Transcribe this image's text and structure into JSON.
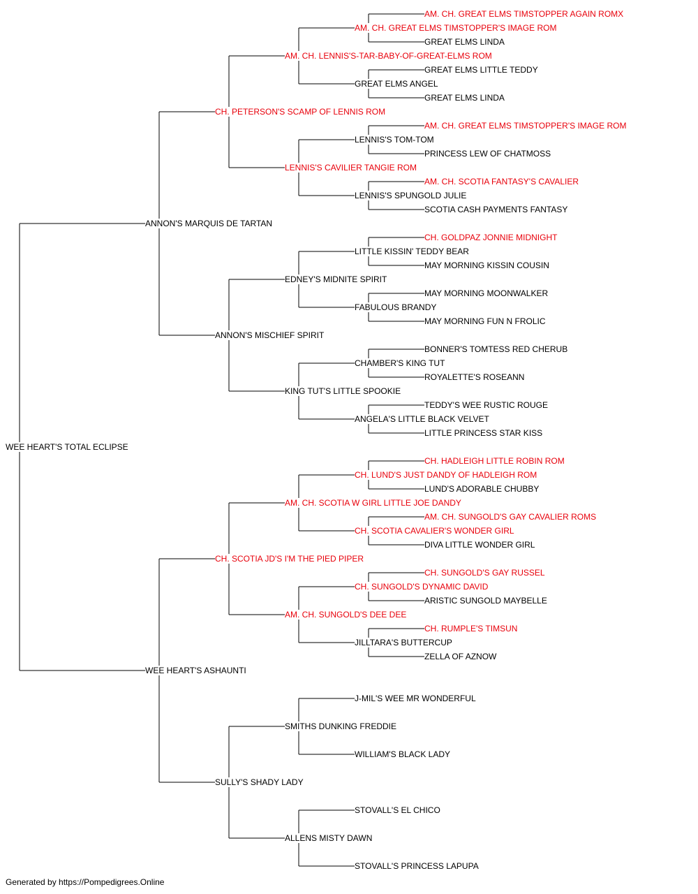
{
  "colors": {
    "champion": "#e8000b",
    "normal": "#000000",
    "line": "#000000"
  },
  "pedigree": {
    "name": "WEE HEART'S TOTAL ECLIPSE",
    "ch": false,
    "sire": {
      "name": "ANNON'S MARQUIS DE TARTAN",
      "ch": false,
      "sire": {
        "name": "CH. PETERSON'S SCAMP OF LENNIS ROM",
        "ch": true,
        "sire": {
          "name": "AM. CH. LENNIS'S-TAR-BABY-OF-GREAT-ELMS ROM",
          "ch": true,
          "sire": {
            "name": "AM. CH. GREAT ELMS TIMSTOPPER'S IMAGE ROM",
            "ch": true,
            "sire": {
              "name": "AM. CH. GREAT ELMS TIMSTOPPER AGAIN ROMX",
              "ch": true
            },
            "dam": {
              "name": "GREAT ELMS LINDA",
              "ch": false
            }
          },
          "dam": {
            "name": "GREAT ELMS ANGEL",
            "ch": false,
            "sire": {
              "name": "GREAT ELMS LITTLE TEDDY",
              "ch": false
            },
            "dam": {
              "name": "GREAT ELMS LINDA",
              "ch": false
            }
          }
        },
        "dam": {
          "name": "LENNIS'S CAVILIER TANGIE ROM",
          "ch": true,
          "sire": {
            "name": "LENNIS'S TOM-TOM",
            "ch": false,
            "sire": {
              "name": "AM. CH. GREAT ELMS TIMSTOPPER'S IMAGE ROM",
              "ch": true
            },
            "dam": {
              "name": "PRINCESS LEW OF CHATMOSS",
              "ch": false
            }
          },
          "dam": {
            "name": "LENNIS'S SPUNGOLD JULIE",
            "ch": false,
            "sire": {
              "name": "AM. CH. SCOTIA FANTASY'S CAVALIER",
              "ch": true
            },
            "dam": {
              "name": "SCOTIA CASH PAYMENTS FANTASY",
              "ch": false
            }
          }
        }
      },
      "dam": {
        "name": "ANNON'S MISCHIEF SPIRIT",
        "ch": false,
        "sire": {
          "name": "EDNEY'S MIDNITE SPIRIT",
          "ch": false,
          "sire": {
            "name": "LITTLE KISSIN' TEDDY BEAR",
            "ch": false,
            "sire": {
              "name": "CH. GOLDPAZ JONNIE MIDNIGHT",
              "ch": true
            },
            "dam": {
              "name": "MAY MORNING KISSIN COUSIN",
              "ch": false
            }
          },
          "dam": {
            "name": "FABULOUS BRANDY",
            "ch": false,
            "sire": {
              "name": "MAY MORNING MOONWALKER",
              "ch": false
            },
            "dam": {
              "name": "MAY MORNING FUN N FROLIC",
              "ch": false
            }
          }
        },
        "dam": {
          "name": "KING TUT'S LITTLE SPOOKIE",
          "ch": false,
          "sire": {
            "name": "CHAMBER'S KING TUT",
            "ch": false,
            "sire": {
              "name": "BONNER'S TOMTESS RED CHERUB",
              "ch": false
            },
            "dam": {
              "name": "ROYALETTE'S ROSEANN",
              "ch": false
            }
          },
          "dam": {
            "name": "ANGELA'S LITTLE BLACK VELVET",
            "ch": false,
            "sire": {
              "name": "TEDDY'S WEE RUSTIC ROUGE",
              "ch": false
            },
            "dam": {
              "name": "LITTLE PRINCESS STAR KISS",
              "ch": false
            }
          }
        }
      }
    },
    "dam": {
      "name": "WEE HEART'S ASHAUNTI",
      "ch": false,
      "sire": {
        "name": "CH. SCOTIA JD'S I'M THE PIED PIPER",
        "ch": true,
        "sire": {
          "name": "AM. CH. SCOTIA W GIRL LITTLE JOE DANDY",
          "ch": true,
          "sire": {
            "name": "CH. LUND'S JUST DANDY OF HADLEIGH ROM",
            "ch": true,
            "sire": {
              "name": "CH. HADLEIGH LITTLE ROBIN ROM",
              "ch": true
            },
            "dam": {
              "name": "LUND'S ADORABLE CHUBBY",
              "ch": false
            }
          },
          "dam": {
            "name": "CH. SCOTIA CAVALIER'S WONDER GIRL",
            "ch": true,
            "sire": {
              "name": "AM. CH. SUNGOLD'S GAY CAVALIER ROMS",
              "ch": true
            },
            "dam": {
              "name": "DIVA LITTLE WONDER GIRL",
              "ch": false
            }
          }
        },
        "dam": {
          "name": "AM. CH. SUNGOLD'S DEE DEE",
          "ch": true,
          "sire": {
            "name": "CH. SUNGOLD'S DYNAMIC DAVID",
            "ch": true,
            "sire": {
              "name": "CH. SUNGOLD'S GAY RUSSEL",
              "ch": true
            },
            "dam": {
              "name": "ARISTIC SUNGOLD MAYBELLE",
              "ch": false
            }
          },
          "dam": {
            "name": "JILLTARA'S BUTTERCUP",
            "ch": false,
            "sire": {
              "name": "CH. RUMPLE'S TIMSUN",
              "ch": true
            },
            "dam": {
              "name": "ZELLA OF AZNOW",
              "ch": false
            }
          }
        }
      },
      "dam": {
        "name": "SULLY'S SHADY LADY",
        "ch": false,
        "sire": {
          "name": "SMITHS DUNKING FREDDIE",
          "ch": false,
          "sire": {
            "name": "J-MIL'S WEE MR WONDERFUL",
            "ch": false
          },
          "dam": {
            "name": "WILLIAM'S BLACK LADY",
            "ch": false
          }
        },
        "dam": {
          "name": "ALLENS MISTY DAWN",
          "ch": false,
          "sire": {
            "name": "STOVALL'S EL CHICO",
            "ch": false
          },
          "dam": {
            "name": "STOVALL'S PRINCESS LAPUPA",
            "ch": false
          }
        }
      }
    }
  },
  "footer": {
    "text": "Generated by https://Pompedigrees.Online"
  }
}
